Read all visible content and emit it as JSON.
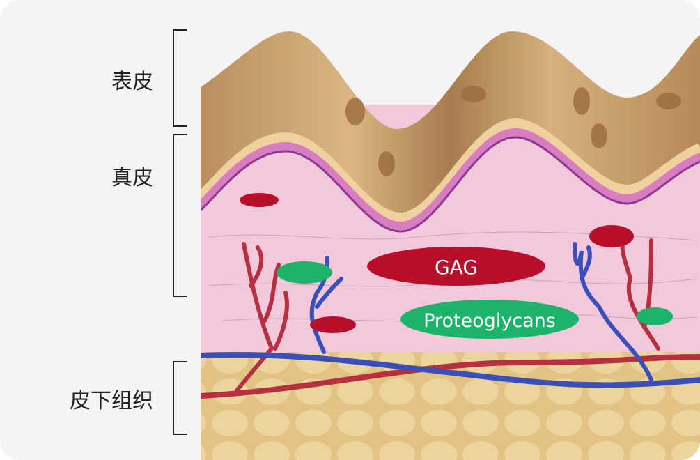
{
  "layers": [
    {
      "label": "表皮"
    },
    {
      "label": "真皮"
    },
    {
      "label": "皮下组织"
    }
  ],
  "illustration": {
    "gag_label": "GAG",
    "proteoglycans_label": "Proteoglycans"
  },
  "colors": {
    "gag": "#b8102a",
    "proteoglycans": "#1db36a",
    "dermis": "#f2c6dc",
    "epidermis": "#c9a273",
    "fat": "#e6c98a",
    "vein": "#3a4fb8",
    "artery": "#b63040"
  }
}
